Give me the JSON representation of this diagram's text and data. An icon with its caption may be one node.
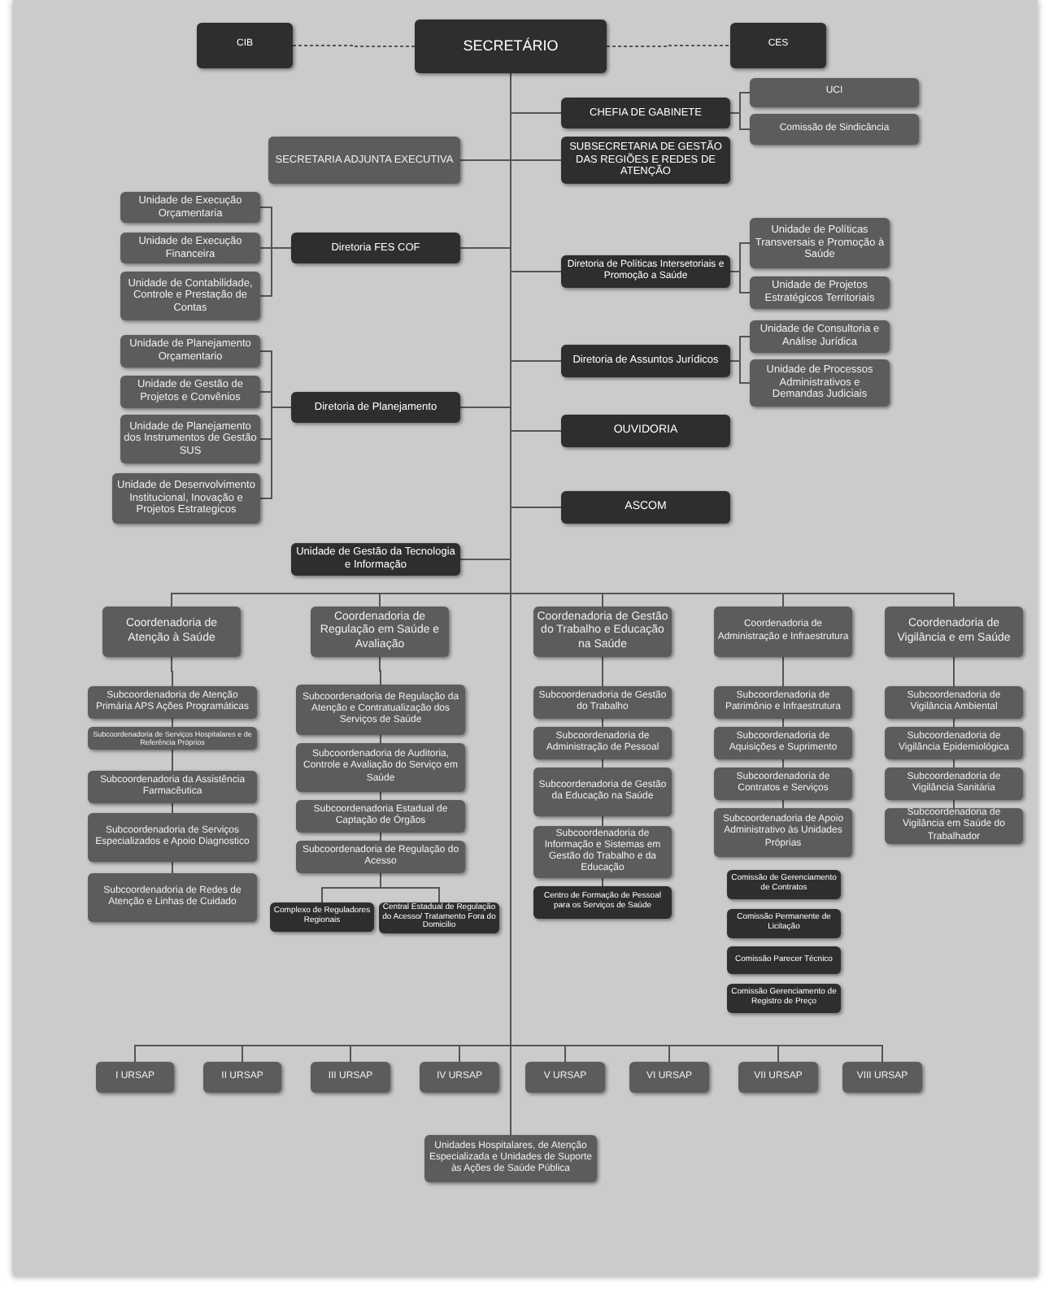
{
  "diagram": {
    "nodes": [
      {
        "text": [
          "SECRETÁRIO"
        ]
      },
      {
        "text": [
          "CIB"
        ]
      },
      {
        "text": [
          "CES"
        ]
      },
      {
        "text": [
          "CHEFIA DE GABINETE"
        ]
      },
      {
        "text": [
          "UCI"
        ]
      },
      {
        "text": [
          "Comissão de Sindicância"
        ]
      },
      {
        "text": [
          "SECRETARIA ADJUNTA EXECUTIVA"
        ]
      },
      {
        "text": [
          "SUBSECRETARIA DE GESTÃO DAS REGIÕES E REDES DE ATENÇÃO"
        ]
      },
      {
        "text": [
          "Unidade de Execução Orçamentaria"
        ]
      },
      {
        "text": [
          "Unidade de Execução Financeira"
        ]
      },
      {
        "text": [
          "Unidade de Contabilidade, Controle e Prestação de Contas"
        ]
      },
      {
        "text": [
          "Diretoria FES COF"
        ]
      },
      {
        "text": [
          "Diretoria de Políticas Intersetoriais e Promoção a Saúde"
        ]
      },
      {
        "text": [
          "Unidade de Políticas Transversais e Promoção à Saúde"
        ]
      },
      {
        "text": [
          "Unidade de Projetos Estratégicos Territoriais"
        ]
      },
      {
        "text": [
          "Unidade de Planejamento Orçamentario"
        ]
      },
      {
        "text": [
          "Unidade de Gestão de Projetos e Convênios"
        ]
      },
      {
        "text": [
          "Unidade de Planejamento dos Instrumentos de Gestão SUS"
        ]
      },
      {
        "text": [
          "Unidade de Desenvolvimento Institucional, Inovação e Projetos Estrategicos"
        ]
      },
      {
        "text": [
          "Diretoria de Planejamento"
        ]
      },
      {
        "text": [
          "Diretoria de Assuntos Jurídicos"
        ]
      },
      {
        "text": [
          "Unidade de Consultoria e Análise Jurídica"
        ]
      },
      {
        "text": [
          "Unidade de Processos Administrativos e Demandas Judiciais"
        ]
      },
      {
        "text": [
          "OUVIDORIA"
        ]
      },
      {
        "text": [
          "ASCOM"
        ]
      },
      {
        "text": [
          "Unidade de Gestão da Tecnologia e Informação"
        ]
      },
      {
        "text": [
          "Coordenadoria de Atenção à Saúde"
        ]
      },
      {
        "text": [
          "Coordenadoria de Regulação em Saúde e Avaliação"
        ]
      },
      {
        "text": [
          "Coordenadoria de Gestão do Trabalho e Educação na Saúde"
        ]
      },
      {
        "text": [
          "Coordenadoria de Administração e Infraestrutura"
        ]
      },
      {
        "text": [
          "Coordenadoria de Vigilância e em Saúde"
        ]
      },
      {
        "text": [
          "Subcoordenadoria de Atenção Primária APS Ações Programáticas"
        ]
      },
      {
        "text": [
          "Subcoordenadoria de Serviços Hospitalares e de Referência Próprios"
        ]
      },
      {
        "text": [
          "Subcoordenadoria da Assistência Farmacêutica"
        ]
      },
      {
        "text": [
          "Subcoordenadoria de Serviços Especializados e Apoio Diagnostico"
        ]
      },
      {
        "text": [
          "Subcoordenadoria de Redes de Atenção e Linhas de Cuidado"
        ]
      },
      {
        "text": [
          "Subcoordenadoria de Regulação da Atenção e Contratualização dos Serviços de Saúde"
        ]
      },
      {
        "text": [
          "Subcoordenadoria de Auditoria, Controle e Avaliação do Serviço em Saúde"
        ]
      },
      {
        "text": [
          "Subcoordenadoria Estadual de Captação de Órgãos"
        ]
      },
      {
        "text": [
          "Subcoordenadoria de Regulação do Acesso"
        ]
      },
      {
        "text": [
          "Complexo de Reguladores Regionais"
        ]
      },
      {
        "text": [
          "Central Estadual de Regulação do Acesso/ Tratamento Fora do Domicilio"
        ]
      },
      {
        "text": [
          "Subcoordenadoria de Gestão do Trabalho"
        ]
      },
      {
        "text": [
          "Subcoordenadoria de Administração de Pessoal"
        ]
      },
      {
        "text": [
          "Subcoordenadoria de Gestão da Educação na Saúde"
        ]
      },
      {
        "text": [
          "Subcoordenadoria de Informação e Sistemas em Gestão do Trabalho e da Educação"
        ]
      },
      {
        "text": [
          "Centro de Formação de Pessoal para os Serviços de Saúde"
        ]
      },
      {
        "text": [
          "Subcoordenadoria de Patrimônio e Infraestrutura"
        ]
      },
      {
        "text": [
          "Subcoordenadoria de Aquisições e Suprimento"
        ]
      },
      {
        "text": [
          "Subcoordenadoria de Contratos e Serviços"
        ]
      },
      {
        "text": [
          "Subcoordenadoria de Apoio Administrativo às Unidades Próprias"
        ]
      },
      {
        "text": [
          "Comissão de Gerenciamento de Contratos"
        ]
      },
      {
        "text": [
          "Comissão Permanente de Licitação"
        ]
      },
      {
        "text": [
          "Comissão Parecer Técnico"
        ]
      },
      {
        "text": [
          "Comissão Gerenciamento de Registro de Preço"
        ]
      },
      {
        "text": [
          "Subcoordenadoria de Vigilância Ambiental"
        ]
      },
      {
        "text": [
          "Subcoordenadoria de Vigilância Epidemiológica"
        ]
      },
      {
        "text": [
          "Subcoordenadoria de Vigilância Sanitária"
        ]
      },
      {
        "text": [
          "Subcoordenadoria de Vigilância em Saúde do Trabalhador"
        ]
      },
      {
        "text": [
          "I URSAP"
        ]
      },
      {
        "text": [
          "II URSAP"
        ]
      },
      {
        "text": [
          "III URSAP"
        ]
      },
      {
        "text": [
          "IV URSAP"
        ]
      },
      {
        "text": [
          "V URSAP"
        ]
      },
      {
        "text": [
          "VI URSAP"
        ]
      },
      {
        "text": [
          "VII URSAP"
        ]
      },
      {
        "text": [
          "VIII URSAP"
        ]
      },
      {
        "text": [
          "Unidades Hospitalares, de Atenção Especializada e Unidades de Suporte às Ações de Saúde Pública"
        ]
      }
    ],
    "edges": [
      {
        "from": 0,
        "to": 1,
        "arrow": "none",
        "style": "dashed"
      },
      {
        "from": 0,
        "to": 2,
        "arrow": "none",
        "style": "dashed"
      },
      {
        "from": 0,
        "to": 3,
        "arrow": "none"
      },
      {
        "from": 3,
        "to": 4,
        "arrow": "none"
      },
      {
        "from": 3,
        "to": 5,
        "arrow": "none"
      },
      {
        "from": 0,
        "to": 6,
        "arrow": "none"
      },
      {
        "from": 0,
        "to": 7,
        "arrow": "none"
      },
      {
        "from": 0,
        "to": 11,
        "arrow": "none"
      },
      {
        "from": 11,
        "to": 8,
        "arrow": "none"
      },
      {
        "from": 11,
        "to": 9,
        "arrow": "none"
      },
      {
        "from": 11,
        "to": 10,
        "arrow": "none"
      },
      {
        "from": 0,
        "to": 12,
        "arrow": "none"
      },
      {
        "from": 12,
        "to": 13,
        "arrow": "none"
      },
      {
        "from": 12,
        "to": 14,
        "arrow": "none"
      },
      {
        "from": 0,
        "to": 19,
        "arrow": "none"
      },
      {
        "from": 19,
        "to": 15,
        "arrow": "none"
      },
      {
        "from": 19,
        "to": 16,
        "arrow": "none"
      },
      {
        "from": 19,
        "to": 17,
        "arrow": "none"
      },
      {
        "from": 19,
        "to": 18,
        "arrow": "none"
      },
      {
        "from": 0,
        "to": 20,
        "arrow": "none"
      },
      {
        "from": 20,
        "to": 21,
        "arrow": "none"
      },
      {
        "from": 20,
        "to": 22,
        "arrow": "none"
      },
      {
        "from": 0,
        "to": 23,
        "arrow": "none"
      },
      {
        "from": 0,
        "to": 24,
        "arrow": "none"
      },
      {
        "from": 0,
        "to": 25,
        "arrow": "none"
      },
      {
        "from": 0,
        "to": 26,
        "arrow": "none"
      },
      {
        "from": 0,
        "to": 27,
        "arrow": "none"
      },
      {
        "from": 0,
        "to": 28,
        "arrow": "none"
      },
      {
        "from": 0,
        "to": 29,
        "arrow": "none"
      },
      {
        "from": 0,
        "to": 30,
        "arrow": "none"
      },
      {
        "from": 26,
        "to": 31,
        "arrow": "none"
      },
      {
        "from": 31,
        "to": 32,
        "arrow": "none"
      },
      {
        "from": 32,
        "to": 33,
        "arrow": "none"
      },
      {
        "from": 33,
        "to": 34,
        "arrow": "none"
      },
      {
        "from": 34,
        "to": 35,
        "arrow": "none"
      },
      {
        "from": 27,
        "to": 36,
        "arrow": "none"
      },
      {
        "from": 36,
        "to": 37,
        "arrow": "none"
      },
      {
        "from": 37,
        "to": 38,
        "arrow": "none"
      },
      {
        "from": 38,
        "to": 39,
        "arrow": "none"
      },
      {
        "from": 39,
        "to": 40,
        "arrow": "none"
      },
      {
        "from": 39,
        "to": 41,
        "arrow": "none"
      },
      {
        "from": 28,
        "to": 42,
        "arrow": "none"
      },
      {
        "from": 42,
        "to": 43,
        "arrow": "none"
      },
      {
        "from": 43,
        "to": 44,
        "arrow": "none"
      },
      {
        "from": 44,
        "to": 45,
        "arrow": "none"
      },
      {
        "from": 45,
        "to": 46,
        "arrow": "none"
      },
      {
        "from": 29,
        "to": 47,
        "arrow": "none"
      },
      {
        "from": 47,
        "to": 48,
        "arrow": "none"
      },
      {
        "from": 48,
        "to": 49,
        "arrow": "none"
      },
      {
        "from": 49,
        "to": 50,
        "arrow": "none"
      },
      {
        "from": 30,
        "to": 55,
        "arrow": "none"
      },
      {
        "from": 55,
        "to": 56,
        "arrow": "none"
      },
      {
        "from": 56,
        "to": 57,
        "arrow": "none"
      },
      {
        "from": 57,
        "to": 58,
        "arrow": "none"
      },
      {
        "from": 0,
        "to": 59,
        "arrow": "none"
      },
      {
        "from": 0,
        "to": 60,
        "arrow": "none"
      },
      {
        "from": 0,
        "to": 61,
        "arrow": "none"
      },
      {
        "from": 0,
        "to": 62,
        "arrow": "none"
      },
      {
        "from": 0,
        "to": 63,
        "arrow": "none"
      },
      {
        "from": 0,
        "to": 64,
        "arrow": "none"
      },
      {
        "from": 0,
        "to": 65,
        "arrow": "none"
      },
      {
        "from": 0,
        "to": 66,
        "arrow": "none"
      },
      {
        "from": 0,
        "to": 67,
        "arrow": "none"
      }
    ]
  }
}
